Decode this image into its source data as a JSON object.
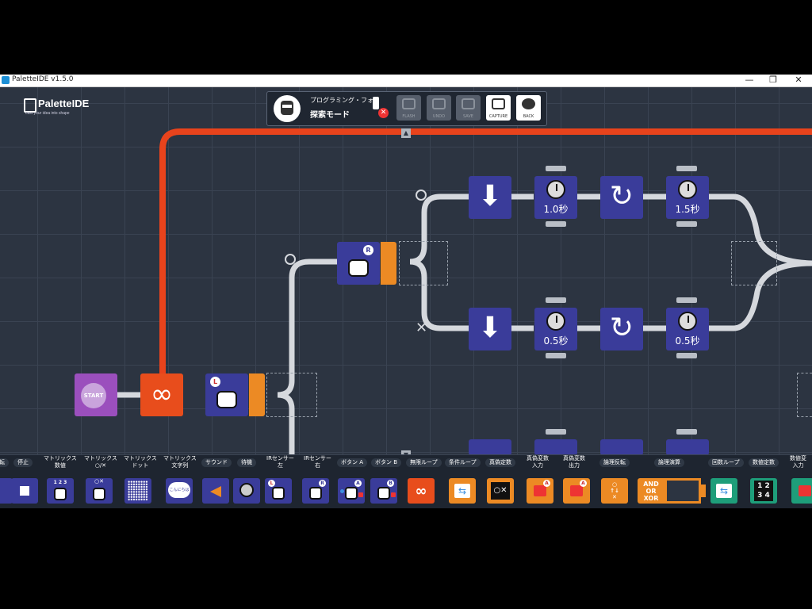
{
  "window": {
    "title": "PaletteIDE v1.5.0",
    "controls": {
      "minimize": "—",
      "maximize": "❐",
      "close": "✕"
    }
  },
  "logo": {
    "name": "PaletteIDE",
    "tagline": "cast your idea into shape"
  },
  "toolbar": {
    "mode_label": "プログラミング・フォロ",
    "mode_value": "探索モード",
    "connection_error": "✕",
    "buttons": {
      "flash": "FLASH",
      "undo": "UNDO",
      "save": "SAVE",
      "capture": "CAPTURE",
      "back": "BACK"
    }
  },
  "canvas": {
    "collapse_arrow": "▲",
    "expand_arrow": "▼",
    "start_label": "START",
    "loop_symbol": "∞",
    "sensor_left_badge": "L",
    "sensor_right_badge": "R",
    "true_branch_mark": "○",
    "false_branch_mark": "✕",
    "down_arrow": "⬇",
    "turn_arrow": "↻",
    "wait_upper_1": "1.0秒",
    "wait_upper_2": "1.5秒",
    "wait_lower_1": "0.5秒",
    "wait_lower_2": "0.5秒"
  },
  "palette": {
    "items": [
      {
        "label": "転",
        "icon": "partial-icon"
      },
      {
        "label": "停止",
        "icon": "stop-icon"
      },
      {
        "label": "マトリックス\n数値",
        "icon": "matrix-number-icon",
        "sub": "1 2 3"
      },
      {
        "label": "マトリックス\n○/✕",
        "icon": "matrix-ox-icon",
        "sub": "○✕"
      },
      {
        "label": "マトリックス\nドット",
        "icon": "matrix-dot-icon"
      },
      {
        "label": "マトリックス\n文字列",
        "icon": "matrix-string-icon",
        "sub": "こんにちは"
      },
      {
        "label": "サウンド",
        "icon": "sound-icon"
      },
      {
        "label": "待機",
        "icon": "wait-icon"
      },
      {
        "label": "IRセンサー\n左",
        "icon": "ir-left-icon",
        "sub": "L"
      },
      {
        "label": "IRセンサー\n右",
        "icon": "ir-right-icon",
        "sub": "R"
      },
      {
        "label": "ボタン A",
        "icon": "button-a-icon",
        "sub": "A"
      },
      {
        "label": "ボタン B",
        "icon": "button-b-icon",
        "sub": "B"
      },
      {
        "label": "無限ループ",
        "icon": "infinite-loop-icon",
        "sub": "∞"
      },
      {
        "label": "条件ループ",
        "icon": "conditional-loop-icon"
      },
      {
        "label": "真偽定数",
        "icon": "bool-constant-icon",
        "sub": "○✕"
      },
      {
        "label": "真偽変数\n入力",
        "icon": "bool-var-input-icon",
        "sub": "A"
      },
      {
        "label": "真偽変数\n出力",
        "icon": "bool-var-output-icon",
        "sub": "A"
      },
      {
        "label": "論理反転",
        "icon": "logic-not-icon",
        "sub": "○\n↑↓\n✕"
      },
      {
        "label": "論理演算",
        "icon": "logic-op-icon",
        "sub": "AND\nOR\nXOR"
      },
      {
        "label": "回数ループ",
        "icon": "count-loop-icon"
      },
      {
        "label": "数値定数",
        "icon": "number-constant-icon",
        "sub": "1 2\n3 4"
      },
      {
        "label": "数値変\n入力",
        "icon": "number-var-input-icon"
      }
    ]
  },
  "colors": {
    "background": "#2c3441",
    "wire_main": "#e8431c",
    "wire_path": "#d5d8dd",
    "block_start": "#9b4fbd",
    "block_loop": "#e84d1c",
    "block_action": "#3a3c9a",
    "block_connector": "#ec8a24",
    "palette_green": "#1e9e7a"
  }
}
